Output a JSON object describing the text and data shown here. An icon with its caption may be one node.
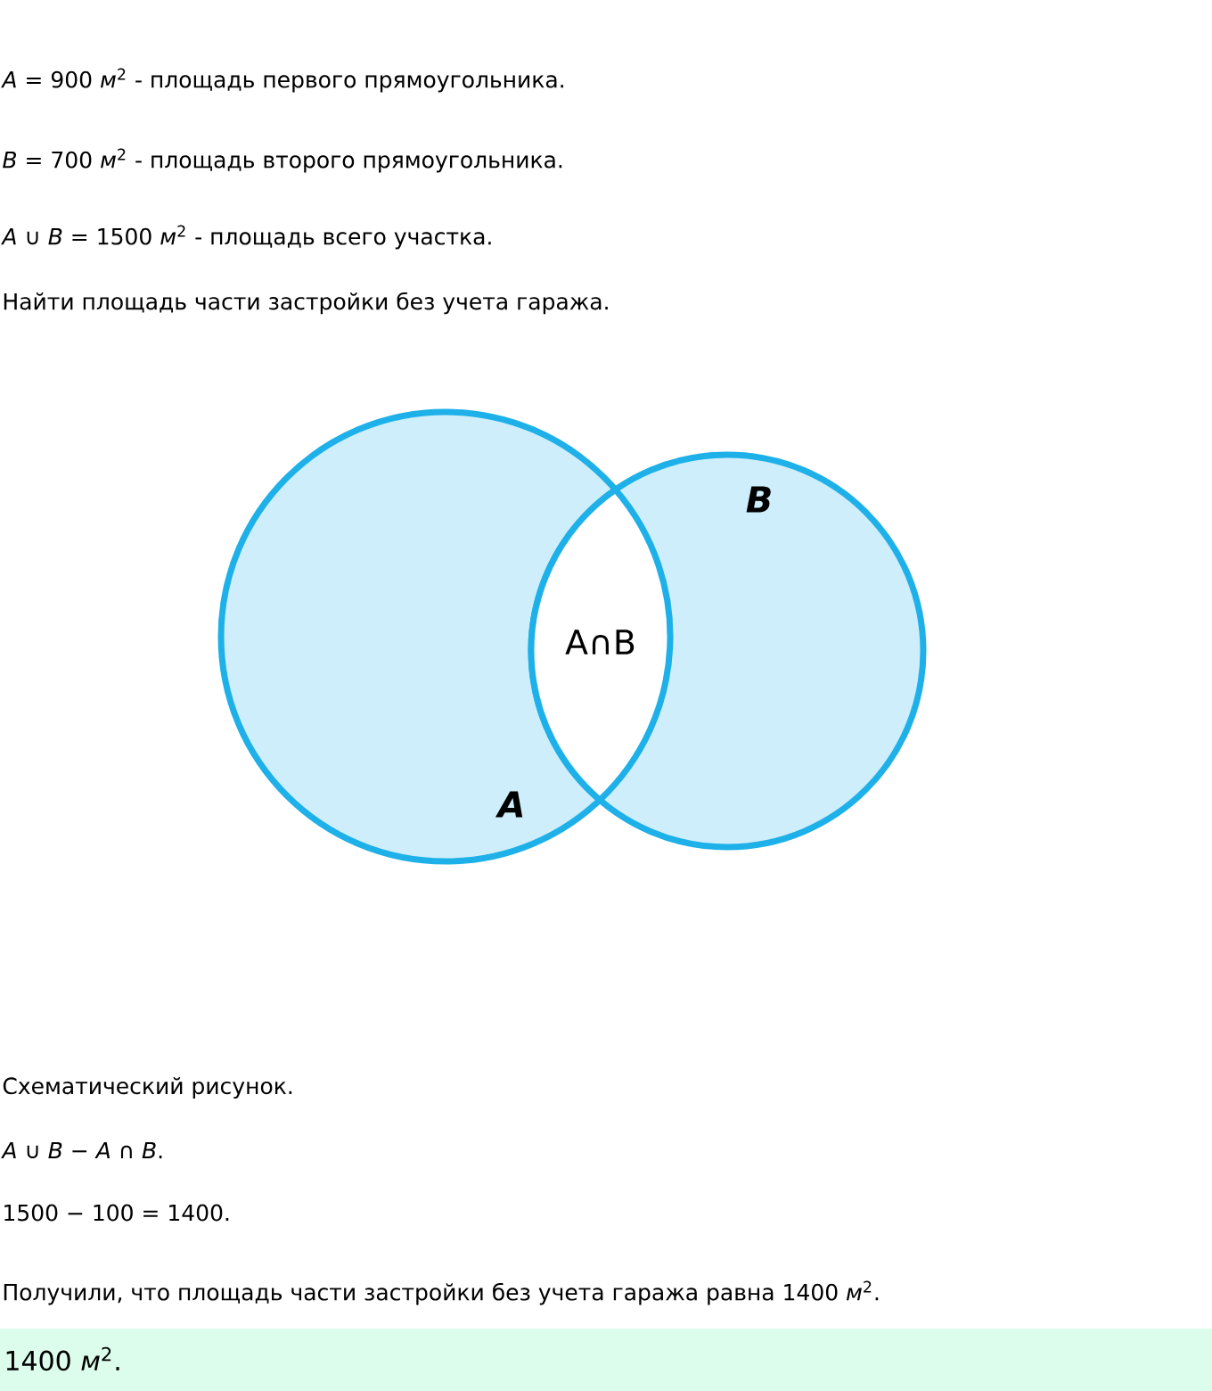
{
  "diagram": {
    "nodes": [
      {
        "text": [
          "A"
        ]
      },
      {
        "text": [
          "B"
        ]
      },
      {
        "text": [
          "A∩B"
        ]
      },
      {
        "text": [
          "1400 *м*$^{2}$."
        ]
      }
    ],
    "labels": [
      "*A* = 900 *м*$^{2}$ - площадь первого прямоугольника.",
      "*B* = 700 *м*$^{2}$ - площадь второго прямоугольника.",
      "*A* ∪ *B* = 1500 *м*$^{2}$ - площадь всего участка.",
      "Найти площадь части застройки без учета гаража.",
      "Схематический рисунок.",
      "*A* ∪ *B* − *A* ∩ *B*.",
      "1500 − 100 = 1400.",
      "Получили, что площадь части застройки без учета гаража равна 1400 *м*$^{2}$."
    ]
  }
}
